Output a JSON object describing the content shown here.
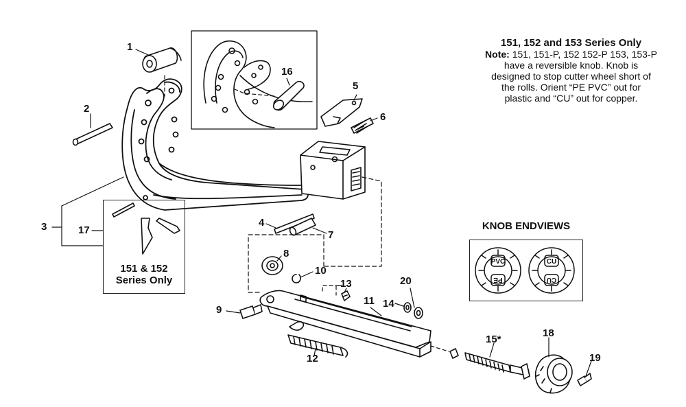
{
  "note": {
    "title": "151, 152 and 153 Series Only",
    "label": "Note:",
    "lines": [
      "151, 151-P, 152 152-P 153, 153-P",
      "have a reversible knob. Knob is",
      "designed to stop cutter wheel short of",
      "the rolls. Orient “PE PVC” out for",
      "plastic and “CU” out for copper."
    ]
  },
  "knob_endviews": {
    "title": "KNOB ENDVIEWS",
    "left_top": "PVC",
    "left_bottom": "PE",
    "right_top": "CU",
    "right_bottom": "CU"
  },
  "series_box": {
    "line1": "151 & 152",
    "line2": "Series Only"
  },
  "callouts": {
    "c1": "1",
    "c2": "2",
    "c3": "3",
    "c4": "4",
    "c5": "5",
    "c6": "6",
    "c7": "7",
    "c8": "8",
    "c9": "9",
    "c10": "10",
    "c11": "11",
    "c12": "12",
    "c13": "13",
    "c14": "14",
    "c15": "15*",
    "c16": "16",
    "c17": "17",
    "c18": "18",
    "c19": "19",
    "c20": "20"
  }
}
